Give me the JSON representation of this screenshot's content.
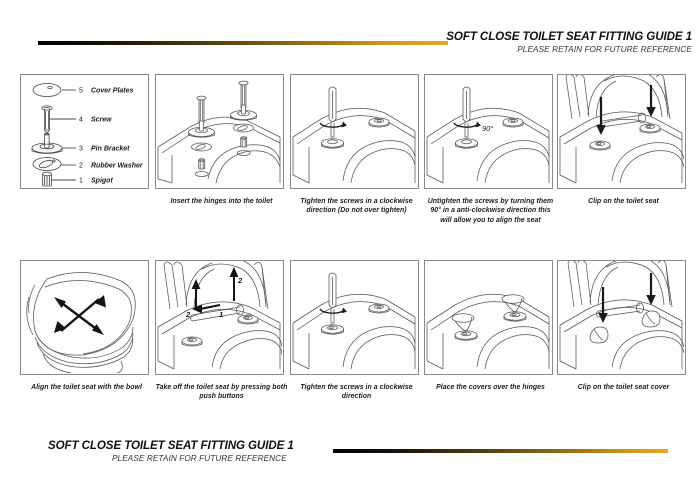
{
  "document": {
    "title": "SOFT CLOSE TOILET SEAT FITTING GUIDE 1",
    "subtitle": "PLEASE RETAIN FOR FUTURE REFERENCE",
    "accent_color": "#e8a81f",
    "rule_start_color": "#000000"
  },
  "header": {
    "title": "SOFT CLOSE TOILET SEAT FITTING GUIDE 1",
    "subtitle": "PLEASE RETAIN FOR FUTURE REFERENCE"
  },
  "footer": {
    "title": "SOFT CLOSE TOILET SEAT FITTING GUIDE 1",
    "subtitle": "PLEASE RETAIN FOR FUTURE REFERENCE"
  },
  "legend": {
    "items": [
      {
        "number": "5",
        "label": "Cover Plates"
      },
      {
        "number": "4",
        "label": "Screw"
      },
      {
        "number": "3",
        "label": "Pin Bracket"
      },
      {
        "number": "2",
        "label": "Rubber Washer"
      },
      {
        "number": "1",
        "label": "Spigot"
      }
    ]
  },
  "steps": [
    {
      "id": "parts-legend",
      "caption": "",
      "annotations": []
    },
    {
      "id": "insert-hinges",
      "caption": "Insert the hinges into the toilet",
      "annotations": []
    },
    {
      "id": "tighten-screws-clockwise",
      "caption": "Tighten the screws in a clockwise direction (Do not over tighten)",
      "annotations": []
    },
    {
      "id": "untighten-90-degrees",
      "caption": "Untighten the screws by turning them 90° in a anti-clockwise direction this will allow you to align the seat",
      "annotations": [
        "90°"
      ]
    },
    {
      "id": "clip-on-toilet-seat",
      "caption": "Clip on the toilet seat",
      "annotations": []
    },
    {
      "id": "align-seat-with-bowl",
      "caption": "Align the toilet seat with the bowl",
      "annotations": []
    },
    {
      "id": "take-off-seat-push-buttons",
      "caption": "Take off the toilet seat by pressing both push buttons",
      "annotations": [
        "1",
        "2",
        "2"
      ]
    },
    {
      "id": "tighten-screws-clockwise-2",
      "caption": "Tighten the screws in a clockwise direction",
      "annotations": []
    },
    {
      "id": "place-covers-over-hinges",
      "caption": "Place the covers over the hinges",
      "annotations": []
    },
    {
      "id": "clip-on-toilet-seat-cover",
      "caption": "Clip on the toilet seat cover",
      "annotations": []
    }
  ]
}
